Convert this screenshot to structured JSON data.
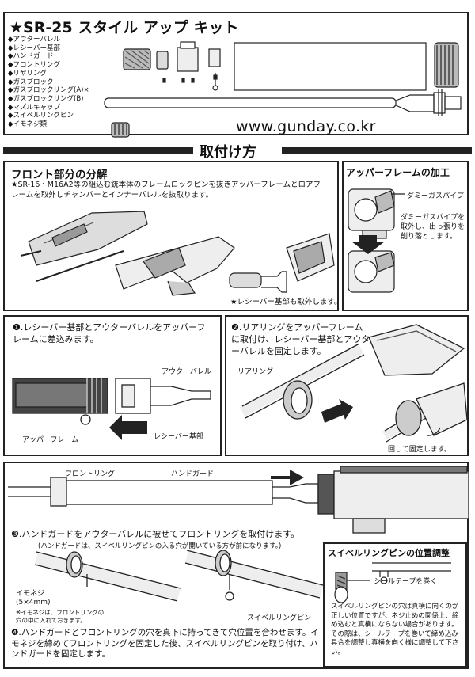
{
  "header": {
    "title": "★SR-25 スタイル アップ キット",
    "parts": [
      "◆アウターバレル",
      "◆レシーバー基部",
      "◆ハンドガード",
      "◆フロントリング",
      "◆リヤリング",
      "◆ガスブロック",
      "◆ガスブロックリング(A)×",
      "◆ガスブロックリング(B)",
      "◆マズルキャップ",
      "◆スイベルリングピン",
      "◆イモネジ類"
    ],
    "watermark": "www.gunday.co.kr"
  },
  "section_heading": "取付け方",
  "front": {
    "title": "フロント部分の分解",
    "text": "★SR-16・M16A2等の組込む銃本体のフレームロックピンを抜きアッパーフレームとロアフレームを取外しチャンバーとインナーバレルを抜取ります。",
    "note": "★レシーバー基部も取外します。"
  },
  "upper": {
    "title": "アッパーフレームの加工",
    "label_pipe": "ダミーガスパイプ",
    "text": "ダミーガスパイプを取外し、出っ張りを削り落とします。"
  },
  "step1": {
    "text": "❶.レシーバー基部とアウターバレルをアッパーフレームに差込みます。",
    "label_barrel": "アウターバレル",
    "label_base": "レシーバー基部",
    "label_frame": "アッパーフレーム"
  },
  "step2": {
    "text": "❷.リアリングをアッパーフレームに取付け、レシーバー基部とアウターバレルを固定します。",
    "label_ring": "リアリング",
    "label_rotate": "回して固定します。"
  },
  "step3": {
    "label_front_ring": "フロントリング",
    "label_handguard": "ハンドガード",
    "text": "❸.ハンドガードをアウターバレルに被せてフロントリングを取付けます。",
    "note": "(ハンドガードは、スイベルリングピンの入る穴が開いている方が前になります。)",
    "label_screw": "イモネジ\n(5×4mm)",
    "screw_note": "※イモネジは、フロントリングの\n穴の中に入れておきます。",
    "label_swivel": "スイベルリングピン"
  },
  "step4": {
    "text": "❹.ハンドガードとフロントリングの穴を真下に持ってきて穴位置を合わせます。イモネジを締めてフロントリングを固定した後、スイベルリングピンを取り付け、ハンドガードを固定します。"
  },
  "swivel_adj": {
    "title": "スイベルリングピンの位置調整",
    "label_tape": "シールテープを巻く",
    "text": "スイベルリングピンの穴は真横に向くのが正しい位置ですが、ネジ止めの関係上、締め込むと真横にならない場合があります。その際は、シールテープを巻いて締め込み具合を調整し真横を向く様に調整して下さい。"
  }
}
